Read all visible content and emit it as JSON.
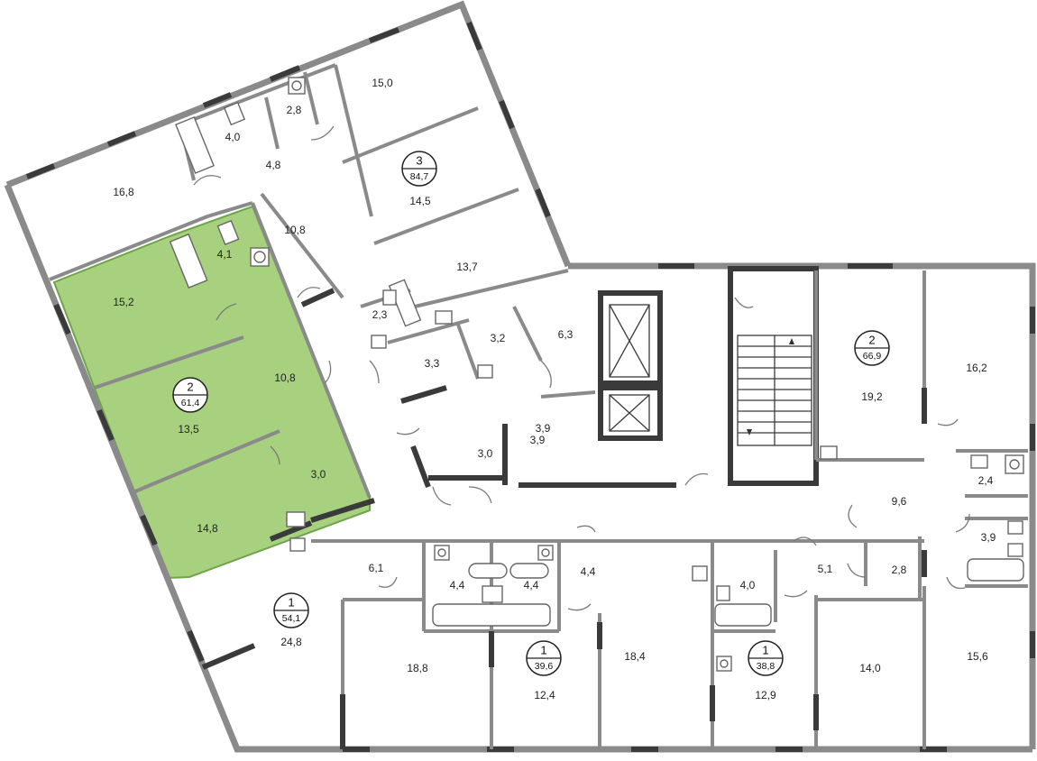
{
  "colors": {
    "highlight": "#a7d07f",
    "highlight_stroke": "#6ea44a",
    "wall": "#8a8a8a",
    "wall_dark": "#3a3a3a"
  },
  "highlighted_unit": {
    "rooms": 2,
    "area": "61,4"
  },
  "apartments": [
    {
      "id": "apt-3-84-7",
      "rooms": "3",
      "area": "84,7"
    },
    {
      "id": "apt-2-61-4",
      "rooms": "2",
      "area": "61,4"
    },
    {
      "id": "apt-2-66-9",
      "rooms": "2",
      "area": "66,9"
    },
    {
      "id": "apt-1-54-1",
      "rooms": "1",
      "area": "54,1"
    },
    {
      "id": "apt-1-39-6",
      "rooms": "1",
      "area": "39,6"
    },
    {
      "id": "apt-1-38-8",
      "rooms": "1",
      "area": "38,8"
    }
  ],
  "rooms": [
    {
      "id": "r1",
      "label": "15,0"
    },
    {
      "id": "r2",
      "label": "2,8"
    },
    {
      "id": "r3",
      "label": "4,0"
    },
    {
      "id": "r4",
      "label": "4,8"
    },
    {
      "id": "r5",
      "label": "16,8"
    },
    {
      "id": "r6",
      "label": "14,5"
    },
    {
      "id": "r7",
      "label": "10,8"
    },
    {
      "id": "r8",
      "label": "4,1"
    },
    {
      "id": "r9",
      "label": "13,7"
    },
    {
      "id": "r10",
      "label": "15,2"
    },
    {
      "id": "r11",
      "label": "2,3"
    },
    {
      "id": "r12",
      "label": "6,3"
    },
    {
      "id": "r13",
      "label": "3,2"
    },
    {
      "id": "r14",
      "label": "3,3"
    },
    {
      "id": "r15",
      "label": "10,8"
    },
    {
      "id": "r16",
      "label": "13,5"
    },
    {
      "id": "r17",
      "label": "3,9"
    },
    {
      "id": "r18",
      "label": "3,9"
    },
    {
      "id": "r19",
      "label": "3,0"
    },
    {
      "id": "r20",
      "label": "3,0"
    },
    {
      "id": "r21",
      "label": "14,8"
    },
    {
      "id": "r22",
      "label": "16,2"
    },
    {
      "id": "r23",
      "label": "19,2"
    },
    {
      "id": "r24",
      "label": "2,4"
    },
    {
      "id": "r25",
      "label": "9,6"
    },
    {
      "id": "r26",
      "label": "3,9"
    },
    {
      "id": "r27",
      "label": "6,1"
    },
    {
      "id": "r28",
      "label": "4,4"
    },
    {
      "id": "r29",
      "label": "4,4"
    },
    {
      "id": "r30",
      "label": "4,4"
    },
    {
      "id": "r31",
      "label": "4,0"
    },
    {
      "id": "r32",
      "label": "5,1"
    },
    {
      "id": "r33",
      "label": "2,8"
    },
    {
      "id": "r34",
      "label": "24,8"
    },
    {
      "id": "r35",
      "label": "18,8"
    },
    {
      "id": "r36",
      "label": "12,4"
    },
    {
      "id": "r37",
      "label": "18,4"
    },
    {
      "id": "r38",
      "label": "12,9"
    },
    {
      "id": "r39",
      "label": "14,0"
    },
    {
      "id": "r40",
      "label": "15,6"
    }
  ]
}
